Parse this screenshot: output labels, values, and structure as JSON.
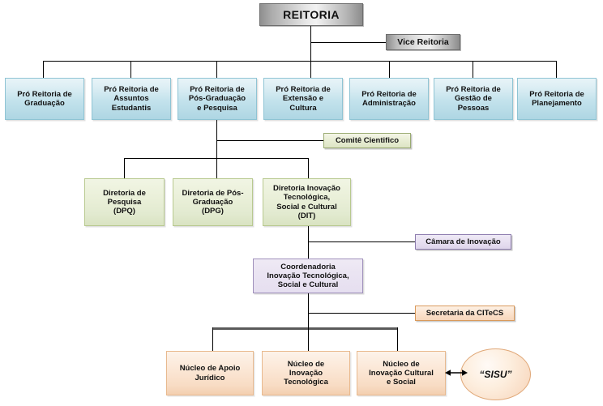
{
  "chart_data": {
    "type": "diagram",
    "title": "Organograma Reitoria",
    "nodes": [
      {
        "id": "reitoria",
        "label": "REITORIA",
        "level": 0,
        "color": "#c0c0c0"
      },
      {
        "id": "vice",
        "label": "Vice Reitoria",
        "level": 1,
        "color": "#c0c0c0"
      },
      {
        "id": "prog",
        "label": "Pró Reitoria de\nGraduação",
        "level": 2,
        "color": "#c3e2ec"
      },
      {
        "id": "proae",
        "label": "Pró Reitoria de\nAssuntos\nEstudantis",
        "level": 2,
        "color": "#c3e2ec"
      },
      {
        "id": "propg",
        "label": "Pró Reitoria de\nPós-Graduação\ne Pesquisa",
        "level": 2,
        "color": "#c3e2ec"
      },
      {
        "id": "proex",
        "label": "Pró Reitoria de\nExtensão e\nCultura",
        "level": 2,
        "color": "#c3e2ec"
      },
      {
        "id": "proad",
        "label": "Pró Reitoria de\nAdministração",
        "level": 2,
        "color": "#c3e2ec"
      },
      {
        "id": "progep",
        "label": "Pró Reitoria de\nGestão de\nPessoas",
        "level": 2,
        "color": "#c3e2ec"
      },
      {
        "id": "proplan",
        "label": "Pró Reitoria de\nPlanejamento",
        "level": 2,
        "color": "#c3e2ec"
      },
      {
        "id": "comite",
        "label": "Comitê Cientifico",
        "level": 3,
        "color": "#e2ead0"
      },
      {
        "id": "dpq",
        "label": "Diretoria de\nPesquisa\n(DPQ)",
        "level": 4,
        "color": "#e2ead0"
      },
      {
        "id": "dpg",
        "label": "Diretoria de Pós-\nGraduação\n(DPG)",
        "level": 4,
        "color": "#e2ead0"
      },
      {
        "id": "dit",
        "label": "Diretoria Inovação\nTecnológica,\nSocial e Cultural\n(DIT)",
        "level": 4,
        "color": "#e2ead0"
      },
      {
        "id": "camara",
        "label": "Câmara de Inovação",
        "level": 5,
        "color": "#ded5eb"
      },
      {
        "id": "coord",
        "label": "Coordenadoria\nInovação Tecnológica,\nSocial e Cultural",
        "level": 5,
        "color": "#e6dff0"
      },
      {
        "id": "secretaria",
        "label": "Secretaria da CITeCS",
        "level": 6,
        "color": "#f7d6bb"
      },
      {
        "id": "naj",
        "label": "Núcleo de Apoio\nJurídico",
        "level": 7,
        "color": "#f8dcc4"
      },
      {
        "id": "nit",
        "label": "Núcleo de\nInovação\nTecnológica",
        "level": 7,
        "color": "#f8dcc4"
      },
      {
        "id": "nics",
        "label": "Núcleo de\nInovação Cultural\ne Social",
        "level": 7,
        "color": "#f8dcc4"
      },
      {
        "id": "sisu",
        "label": "“SISU”",
        "level": 7,
        "color": "#f9ddc6",
        "shape": "ellipse"
      }
    ],
    "edges": [
      {
        "from": "reitoria",
        "to": "vice",
        "style": "solid"
      },
      {
        "from": "reitoria",
        "to": "prog",
        "style": "solid"
      },
      {
        "from": "reitoria",
        "to": "proae",
        "style": "solid"
      },
      {
        "from": "reitoria",
        "to": "propg",
        "style": "solid"
      },
      {
        "from": "reitoria",
        "to": "proex",
        "style": "solid"
      },
      {
        "from": "reitoria",
        "to": "proad",
        "style": "solid"
      },
      {
        "from": "reitoria",
        "to": "progep",
        "style": "solid"
      },
      {
        "from": "reitoria",
        "to": "proplan",
        "style": "solid"
      },
      {
        "from": "propg",
        "to": "comite",
        "style": "solid"
      },
      {
        "from": "propg",
        "to": "dpq",
        "style": "solid"
      },
      {
        "from": "propg",
        "to": "dpg",
        "style": "solid"
      },
      {
        "from": "propg",
        "to": "dit",
        "style": "solid"
      },
      {
        "from": "dit",
        "to": "camara",
        "style": "solid"
      },
      {
        "from": "dit",
        "to": "coord",
        "style": "solid"
      },
      {
        "from": "coord",
        "to": "secretaria",
        "style": "solid"
      },
      {
        "from": "coord",
        "to": "naj",
        "style": "solid"
      },
      {
        "from": "coord",
        "to": "nit",
        "style": "solid"
      },
      {
        "from": "coord",
        "to": "nics",
        "style": "solid"
      },
      {
        "from": "nics",
        "to": "sisu",
        "style": "double-arrow"
      }
    ]
  },
  "nodes": {
    "reitoria": "REITORIA",
    "vice": "Vice Reitoria",
    "prog": "Pró Reitoria de\nGraduação",
    "proae": "Pró Reitoria de\nAssuntos\nEstudantis",
    "propg": "Pró Reitoria de\nPós-Graduação\ne Pesquisa",
    "proex": "Pró Reitoria de\nExtensão e\nCultura",
    "proad": "Pró Reitoria de\nAdministração",
    "progep": "Pró Reitoria de\nGestão de\nPessoas",
    "proplan": "Pró Reitoria de\nPlanejamento",
    "comite": "Comitê Cientifico",
    "dpq": "Diretoria de\nPesquisa\n(DPQ)",
    "dpg": "Diretoria de Pós-\nGraduação\n(DPG)",
    "dit": "Diretoria Inovação\nTecnológica,\nSocial e Cultural\n(DIT)",
    "camara": "Câmara de Inovação",
    "coord": "Coordenadoria\nInovação Tecnológica,\nSocial e Cultural",
    "secretaria": "Secretaria da CITeCS",
    "naj": "Núcleo de Apoio\nJurídico",
    "nit": "Núcleo de\nInovação\nTecnológica",
    "nics": "Núcleo de\nInovação Cultural\ne Social",
    "sisu": "“SISU”"
  },
  "colors": {
    "silver": "#c0c0c0",
    "blue": "#c3e2ec",
    "green": "#e2ead0",
    "purple": "#e6dff0",
    "orange": "#f8dcc4",
    "connector": "#000000",
    "connector_thick": "#5a5a5a"
  }
}
